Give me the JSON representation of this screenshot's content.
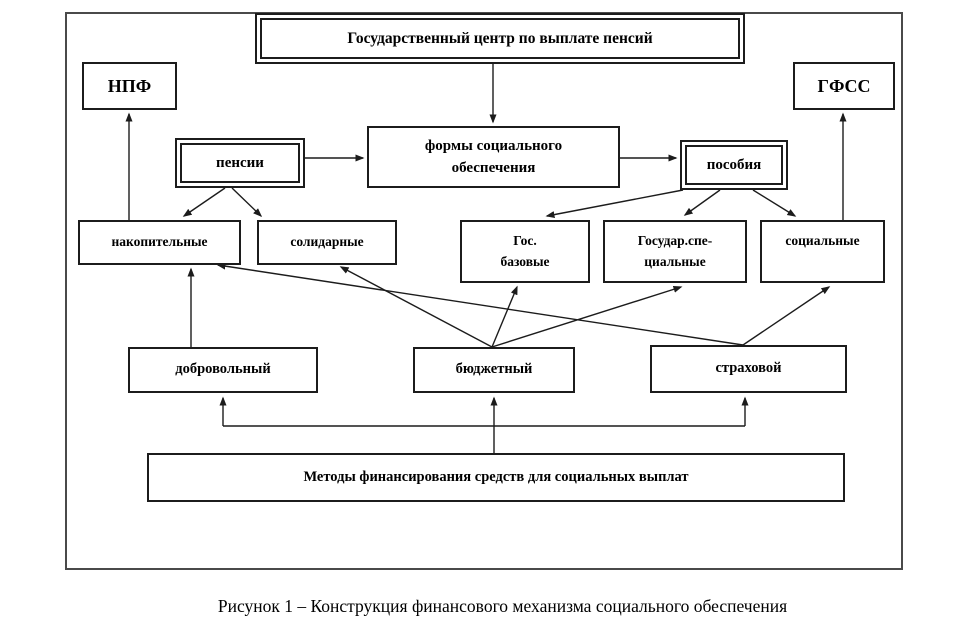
{
  "figure": {
    "caption": "Рисунок 1 – Конструкция финансового механизма социального обеспечения"
  },
  "colors": {
    "line": "#1c1c1c",
    "border": "#1c1c1c",
    "frame": "#4a4a4a",
    "background": "#ffffff"
  },
  "nodes": {
    "center": {
      "label": "Государственный центр по выплате пенсий"
    },
    "npf": {
      "label": "НПФ"
    },
    "gfss": {
      "label": "ГФСС"
    },
    "forms": {
      "lines": [
        "формы социального",
        "обеспечения"
      ]
    },
    "pensii": {
      "label": "пенсии"
    },
    "posobiya": {
      "label": "пособия"
    },
    "nakopitelnye": {
      "label": "накопительные"
    },
    "solidarnye": {
      "label": "солидарные"
    },
    "gos_bazovye": {
      "lines": [
        "Гос.",
        "базовые"
      ]
    },
    "gosudar_specialnye": {
      "lines": [
        "Государ.спе-",
        "циальные"
      ]
    },
    "socialnye": {
      "label": "социальные"
    },
    "dobrovolny": {
      "label": "добровольный"
    },
    "byudzhetny": {
      "label": "бюджетный"
    },
    "strakhovoy": {
      "label": "страховой"
    },
    "metody": {
      "label": "Методы  финансирования средств для социальных выплат"
    }
  },
  "edges": [
    {
      "from": "center",
      "to": "forms"
    },
    {
      "from": "pensii",
      "to": "forms"
    },
    {
      "from": "forms",
      "to": "posobiya"
    },
    {
      "from": "pensii",
      "to": "nakopitelnye"
    },
    {
      "from": "pensii",
      "to": "solidarnye"
    },
    {
      "from": "posobiya",
      "to": "gos_bazovye"
    },
    {
      "from": "posobiya",
      "to": "gosudar_specialnye"
    },
    {
      "from": "posobiya",
      "to": "socialnye"
    },
    {
      "from": "nakopitelnye",
      "to": "npf"
    },
    {
      "from": "socialnye",
      "to": "gfss"
    },
    {
      "from": "dobrovolny",
      "to": "nakopitelnye"
    },
    {
      "from": "byudzhetny",
      "to": "solidarnye"
    },
    {
      "from": "byudzhetny",
      "to": "gos_bazovye"
    },
    {
      "from": "byudzhetny",
      "to": "gosudar_specialnye"
    },
    {
      "from": "strakhovoy",
      "to": "nakopitelnye"
    },
    {
      "from": "strakhovoy",
      "to": "socialnye"
    },
    {
      "from": "metody",
      "to": "dobrovolny"
    },
    {
      "from": "metody",
      "to": "byudzhetny"
    },
    {
      "from": "metody",
      "to": "strakhovoy"
    }
  ]
}
